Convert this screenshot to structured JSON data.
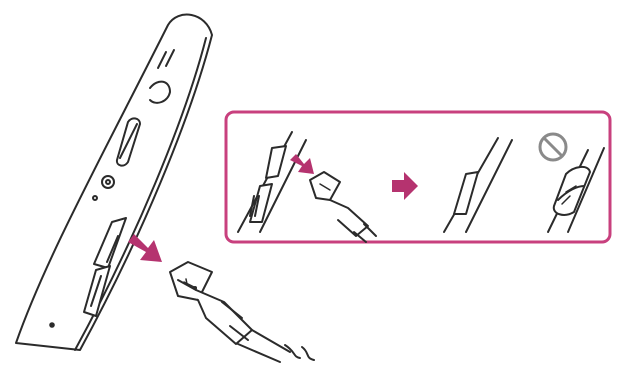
{
  "colors": {
    "line": "#2b2b2b",
    "accent": "#b5336f",
    "panel_border": "#c8407e",
    "fill": "#ffffff",
    "prohibited": "#8a8a8a"
  },
  "icons": {
    "step_arrow": "arrow-right-icon",
    "insert_arrow": "diagonal-arrow-icon",
    "usb_symbol": "usb-symbol-icon",
    "prohibited": "prohibited-icon"
  },
  "panel": {
    "steps": [
      "open-cover",
      "insert-cable",
      "close-cover",
      "incorrect-cover-position"
    ]
  }
}
